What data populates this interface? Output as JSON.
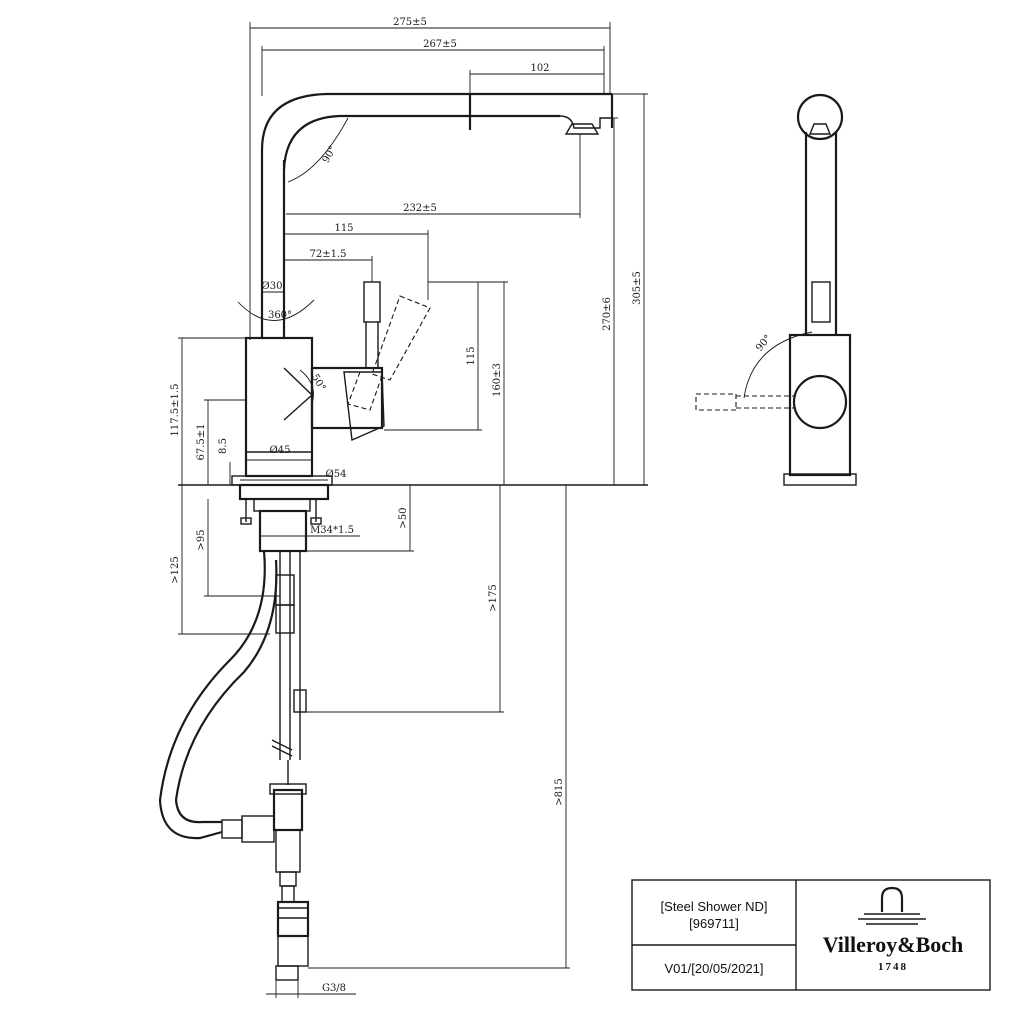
{
  "dimensions": {
    "d275": "275±5",
    "d267": "267±5",
    "d102": "102",
    "d232": "232±5",
    "d115top": "115",
    "d72": "72±1.5",
    "dia30": "Ø30",
    "deg360": "360°",
    "deg90a": "90°",
    "deg50": "50°",
    "d115v": "115",
    "d160": "160±3",
    "d270": "270±6",
    "d305": "305±5",
    "d117": "117.5±1.5",
    "d67": "67.5±1",
    "d85": "8.5",
    "dia45": "Ø45",
    "dia54": "Ø54",
    "m34": "M34*1.5",
    "d50": ">50",
    "d95": ">95",
    "d125": ">125",
    "d175": ">175",
    "d815": ">815",
    "g38": "G3/8",
    "deg90side": "90°"
  },
  "title_block": {
    "product_name": "[Steel Shower ND]",
    "product_code": "[969711]",
    "version": "V01/[20/05/2021]",
    "brand": "Villeroy&Boch",
    "year": "1748"
  }
}
